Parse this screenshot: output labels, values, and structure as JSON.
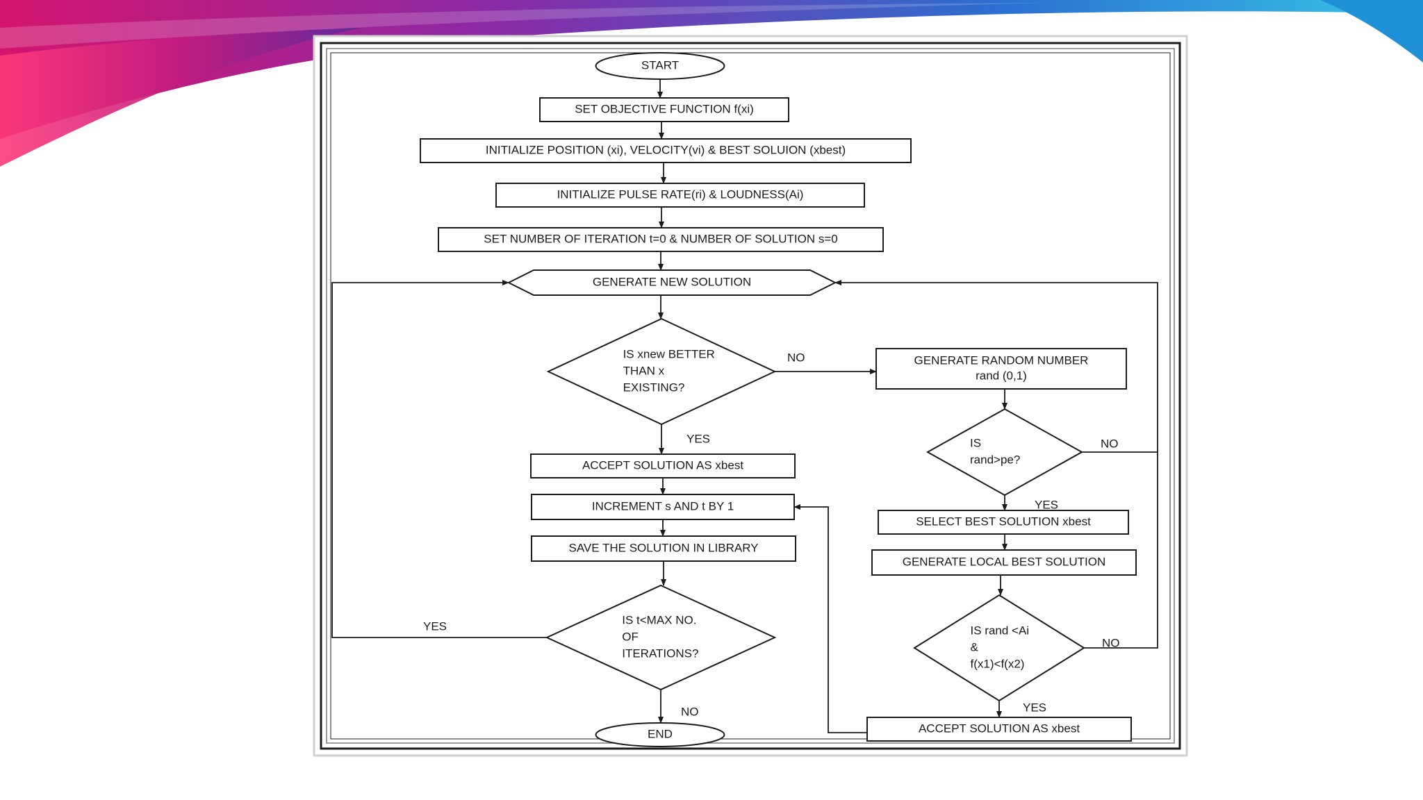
{
  "diagram": {
    "nodes": [
      {
        "id": "start",
        "shape": "terminal",
        "lines": [
          "START"
        ]
      },
      {
        "id": "objective",
        "shape": "process",
        "lines": [
          "SET OBJECTIVE FUNCTION f(xi)"
        ]
      },
      {
        "id": "init-position",
        "shape": "process",
        "lines": [
          "INITIALIZE POSITION (xi), VELOCITY(vi) & BEST SOLUION (xbest)"
        ]
      },
      {
        "id": "init-pulse",
        "shape": "process",
        "lines": [
          "INITIALIZE PULSE RATE(ri) & LOUDNESS(Ai)"
        ]
      },
      {
        "id": "set-iteration",
        "shape": "process",
        "lines": [
          "SET NUMBER OF ITERATION t=0 & NUMBER OF SOLUTION s=0"
        ]
      },
      {
        "id": "generate-new",
        "shape": "hexagon",
        "lines": [
          "GENERATE NEW SOLUTION"
        ]
      },
      {
        "id": "is-better",
        "shape": "decision",
        "lines": [
          "IS xnew BETTER",
          "THAN x",
          "EXISTING?"
        ]
      },
      {
        "id": "accept-best",
        "shape": "process",
        "lines": [
          "ACCEPT SOLUTION AS xbest"
        ]
      },
      {
        "id": "increment",
        "shape": "process",
        "lines": [
          "INCREMENT s AND t BY 1"
        ]
      },
      {
        "id": "save-library",
        "shape": "process",
        "lines": [
          "SAVE THE SOLUTION IN LIBRARY"
        ]
      },
      {
        "id": "is-max-iter",
        "shape": "decision",
        "lines": [
          "IS t<MAX NO.",
          "OF",
          "ITERATIONS?"
        ]
      },
      {
        "id": "end",
        "shape": "terminal",
        "lines": [
          "END"
        ]
      },
      {
        "id": "random-number",
        "shape": "process",
        "lines": [
          "GENERATE RANDOM NUMBER",
          "rand (0,1)"
        ]
      },
      {
        "id": "is-rand-pe",
        "shape": "decision",
        "lines": [
          "IS",
          "rand>pe?"
        ]
      },
      {
        "id": "select-best",
        "shape": "process",
        "lines": [
          "SELECT BEST SOLUTION xbest"
        ]
      },
      {
        "id": "local-best",
        "shape": "process",
        "lines": [
          "GENERATE LOCAL BEST SOLUTION"
        ]
      },
      {
        "id": "is-rand-ai",
        "shape": "decision",
        "lines": [
          "IS rand <Ai",
          "&",
          "f(x1)<f(x2)"
        ]
      },
      {
        "id": "accept-right",
        "shape": "process",
        "lines": [
          "ACCEPT SOLUTION AS xbest"
        ]
      }
    ],
    "edge_labels": [
      {
        "id": "no-better",
        "text": "NO"
      },
      {
        "id": "yes-better",
        "text": "YES"
      },
      {
        "id": "no-rand-pe",
        "text": "NO"
      },
      {
        "id": "yes-rand-pe",
        "text": "YES"
      },
      {
        "id": "no-rand-ai",
        "text": "NO"
      },
      {
        "id": "yes-rand-ai",
        "text": "YES"
      },
      {
        "id": "yes-max-iter",
        "text": "YES"
      },
      {
        "id": "no-max-iter",
        "text": "NO"
      }
    ],
    "colors": {
      "line": "#1a1a1a",
      "box_fill": "#ffffff",
      "swoosh_magenta": "#d4146e",
      "swoosh_purple": "#7a2c9e",
      "swoosh_blue": "#1f8fd6",
      "swoosh_cyan": "#38c6e8"
    }
  }
}
